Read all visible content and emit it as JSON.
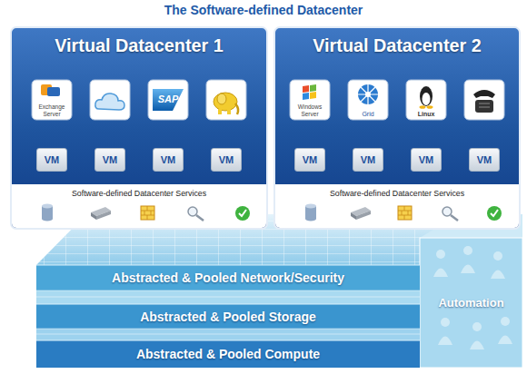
{
  "diagram": {
    "title": "The Software-defined Datacenter",
    "nodes": [
      {
        "text": [
          "Virtual Datacenter 1"
        ]
      },
      {
        "text": [
          "Exchange Server"
        ],
        "in": 0
      },
      {
        "text": [
          "SAP"
        ],
        "in": 0
      },
      {
        "text": [
          "VM"
        ],
        "in": 0
      },
      {
        "text": [
          "VM"
        ],
        "in": 0
      },
      {
        "text": [
          "VM"
        ],
        "in": 0
      },
      {
        "text": [
          "VM"
        ],
        "in": 0
      },
      {
        "text": [
          "Software-defined Datacenter Services"
        ],
        "in": 0
      },
      {
        "text": [
          "Virtual Datacenter 2"
        ]
      },
      {
        "text": [
          "Windows Server"
        ],
        "in": 8
      },
      {
        "text": [
          "Grid"
        ],
        "in": 8
      },
      {
        "text": [
          "Linux"
        ],
        "in": 8
      },
      {
        "text": [
          "VM"
        ],
        "in": 8
      },
      {
        "text": [
          "VM"
        ],
        "in": 8
      },
      {
        "text": [
          "VM"
        ],
        "in": 8
      },
      {
        "text": [
          "VM"
        ],
        "in": 8
      },
      {
        "text": [
          "Software-defined Datacenter Services"
        ],
        "in": 8
      },
      {
        "text": [
          "Abstracted & Pooled Network/Security"
        ]
      },
      {
        "text": [
          "Abstracted & Pooled Storage"
        ]
      },
      {
        "text": [
          "Abstracted & Pooled Compute"
        ]
      },
      {
        "text": [
          "Automation"
        ]
      }
    ]
  }
}
